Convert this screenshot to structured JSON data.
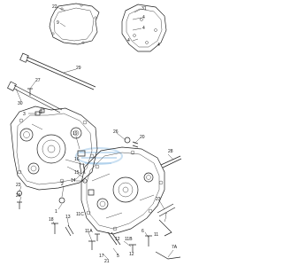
{
  "labels": {
    "l1": "1",
    "l2": "2",
    "l3": "3",
    "l4a": "4",
    "l4b": "4",
    "l4c": "4",
    "l4d": "4",
    "l5": "5",
    "l6": "6",
    "l7": "7",
    "l7a": "7A",
    "l9": "9",
    "l11": "11",
    "l11a": "11A",
    "l11b": "11B",
    "l11c": "11C",
    "l12": "12",
    "l12b": "12",
    "l13": "13",
    "l14": "14",
    "l15": "15",
    "l16": "16",
    "l17": "17",
    "l18": "18",
    "l19": "19",
    "l20": "20",
    "l21": "21",
    "l22": "22",
    "l23": "23",
    "l23b": "23",
    "l26": "26",
    "l26b": "26",
    "l27": "27",
    "l28": "28",
    "l29": "29",
    "l30": "30",
    "l31": "31"
  },
  "watermark_colors": {
    "logo": "#9ec6e8"
  }
}
